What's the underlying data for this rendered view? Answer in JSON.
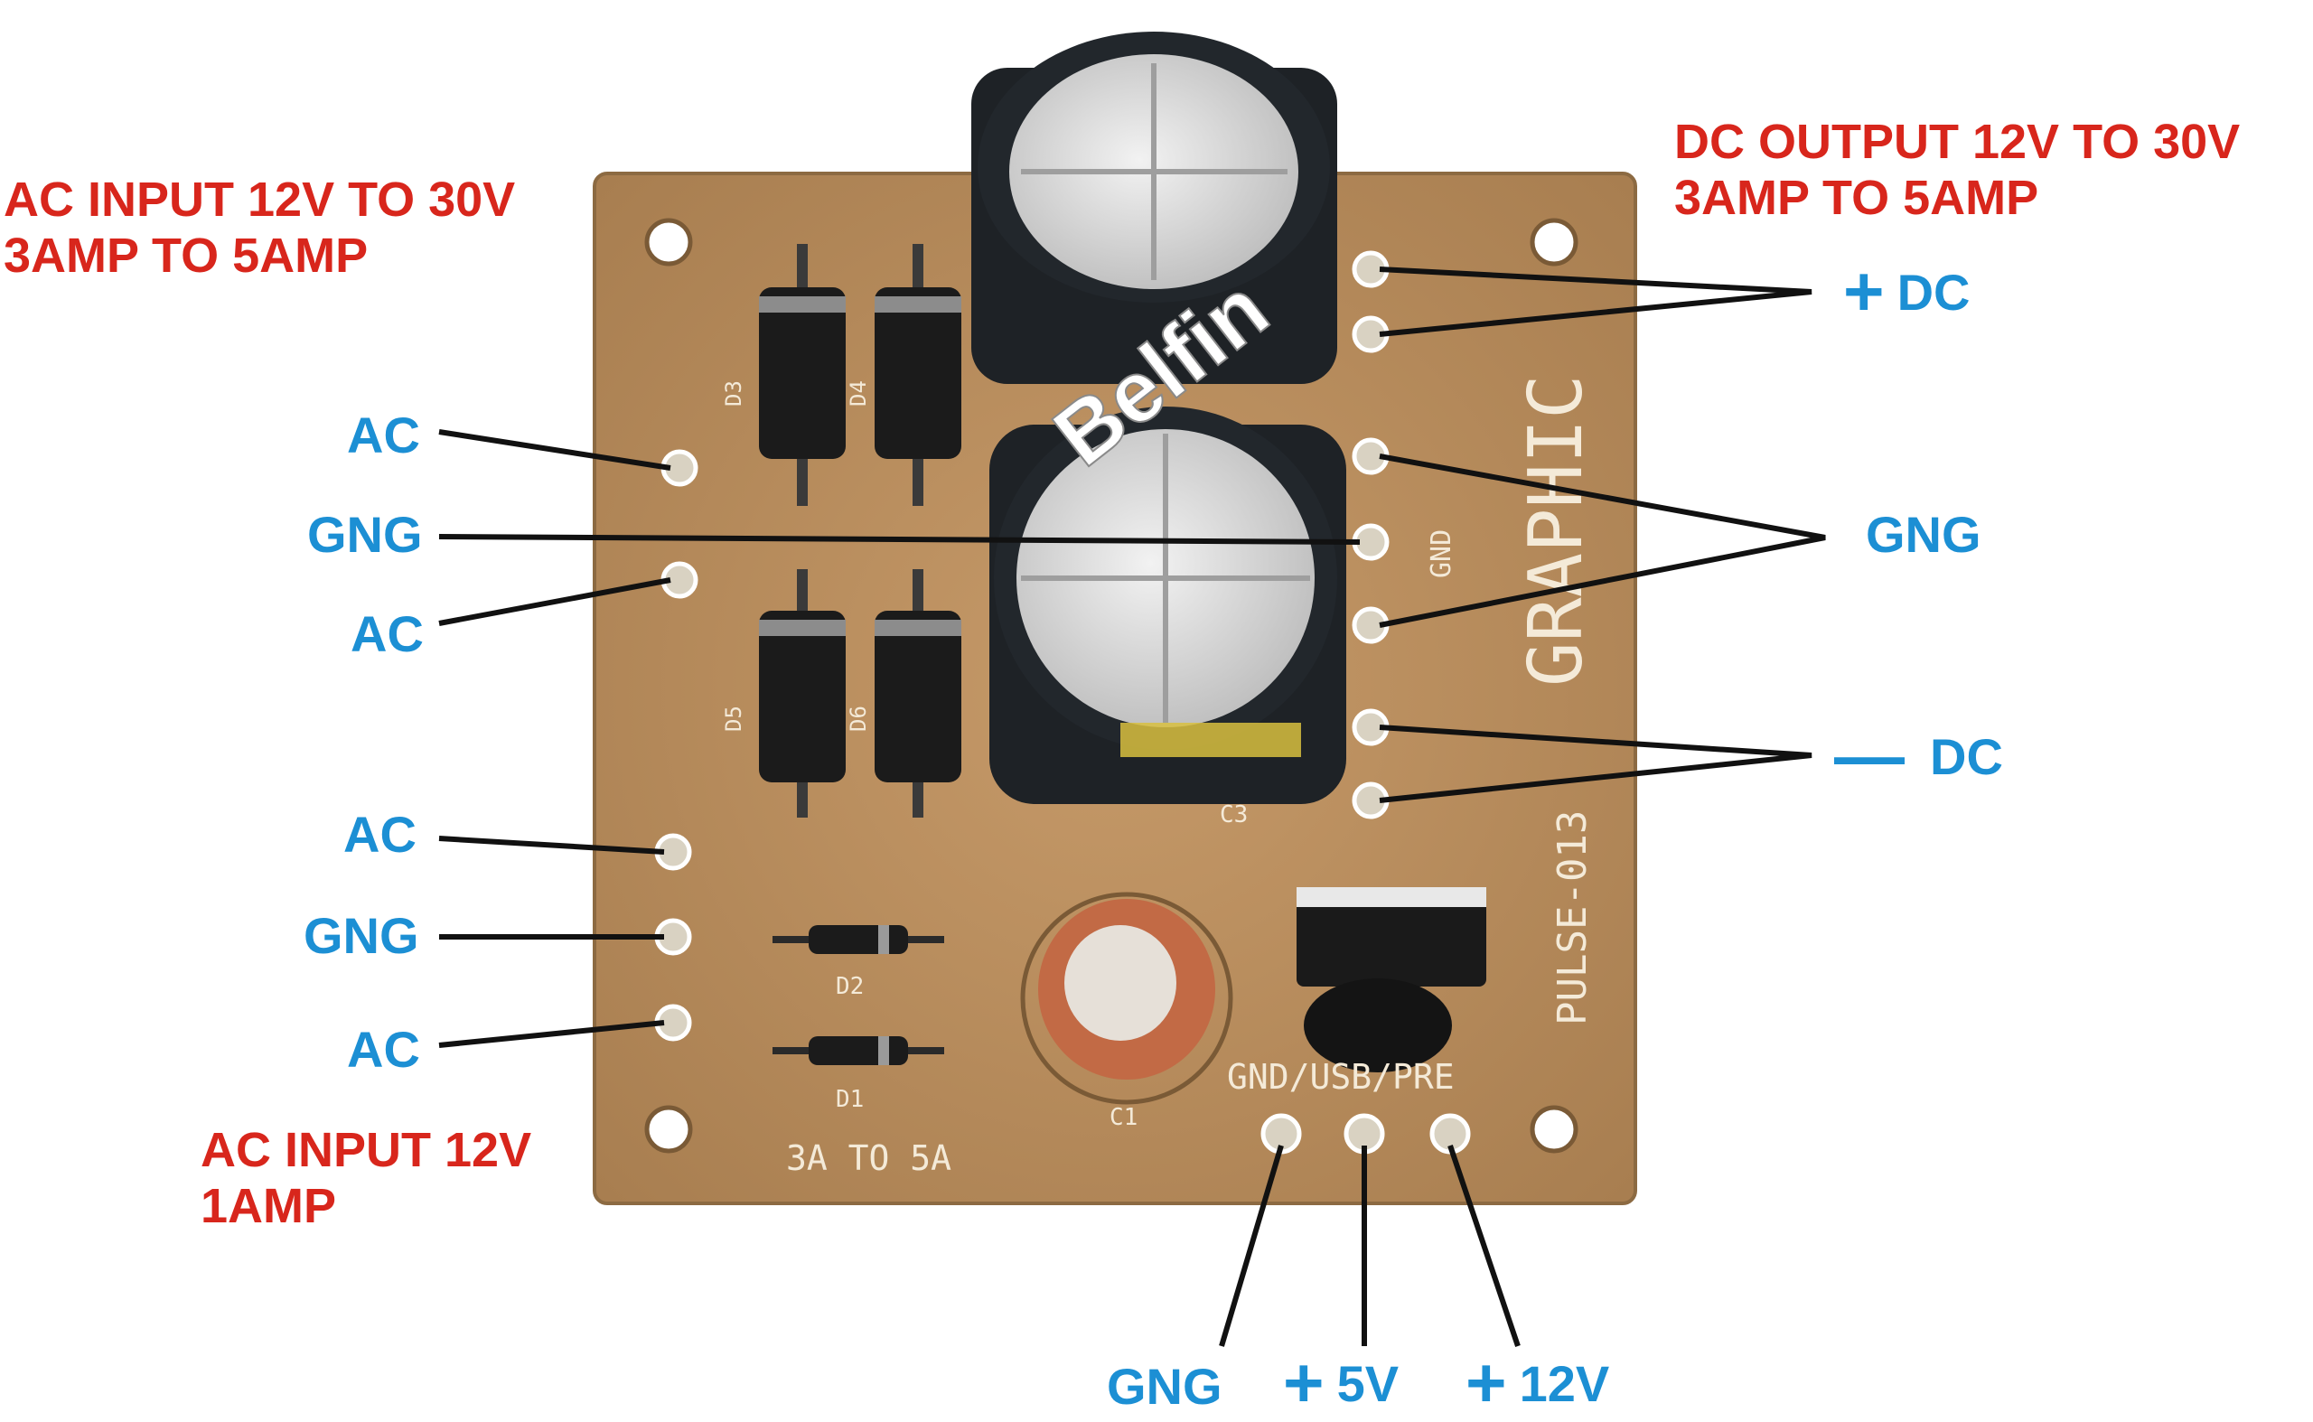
{
  "labels": {
    "ac_input_main": [
      "AC INPUT 12V TO 30V",
      "3AMP TO 5AMP"
    ],
    "dc_output": [
      "DC OUTPUT 12V TO 30V",
      "3AMP TO 5AMP"
    ],
    "ac_input_small": [
      "AC INPUT 12V",
      "1AMP"
    ],
    "left_pins": [
      "AC",
      "GNG",
      "AC",
      "AC",
      "GNG",
      "AC"
    ],
    "right_pins": {
      "plus_dc": "DC",
      "gng": "GNG",
      "minus_dc": "DC"
    },
    "bottom_pins": [
      "GNG",
      "5V",
      "12V"
    ],
    "plus_sign": "+",
    "minus_sign": "—"
  },
  "board": {
    "watermark": "Belfin",
    "brand": "GRAPHIC",
    "model": "PULSE-013",
    "rating": "3A TO 5A",
    "gnd": "GND",
    "pin_row": "GND/USB/PRE",
    "diode_refs": [
      "D3",
      "D4",
      "D5",
      "D6",
      "D2",
      "D1"
    ],
    "cap_refs": [
      "C3",
      "C1"
    ]
  },
  "colors": {
    "label_red": "#d8261c",
    "label_blue": "#1c8fd4",
    "pcb": "#b58a5a",
    "capacitor": "#1e2226",
    "copper": "#c8c8c8"
  }
}
